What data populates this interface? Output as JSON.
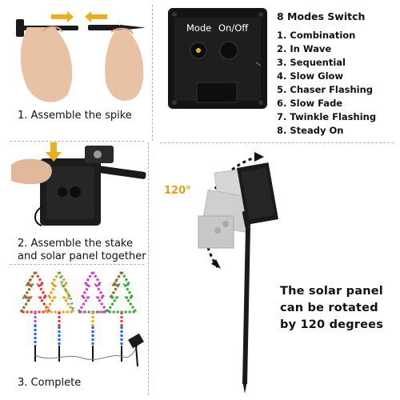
{
  "steps": [
    {
      "caption": "1. Assemble the spike"
    },
    {
      "caption_lines": [
        "2. Assemble the stake",
        "and solar panel together"
      ]
    },
    {
      "caption": "3. Complete"
    }
  ],
  "switch_box": {
    "mode_label": "Mode",
    "onoff_label": "On/Off"
  },
  "modes": {
    "title": "8 Modes Switch",
    "items": [
      "1. Combination",
      "2. In Wave",
      "3. Sequential",
      "4. Slow Glow",
      "5. Chaser Flashing",
      "6. Slow Fade",
      "7. Twinkle Flashing",
      "8. Steady On"
    ]
  },
  "rotation": {
    "angle_label": "120°",
    "text_lines": [
      "The solar panel",
      "can be rotated",
      "by 120 degrees"
    ]
  },
  "colors": {
    "arrow": "#e8b020",
    "dashed_arc": "#111111",
    "divider": "#b5b5b5"
  }
}
